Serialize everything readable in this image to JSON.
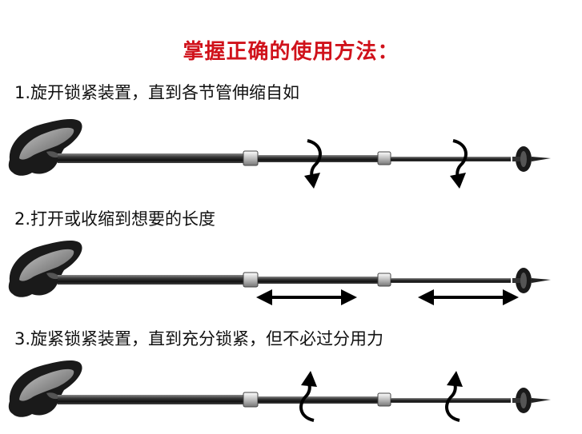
{
  "title": "掌握正确的使用方法：",
  "colors": {
    "title": "#d0121b",
    "pole_dark": "#1a1a1a",
    "pole_mid": "#6b6b6b",
    "grip_gray": "#9a9a9a"
  },
  "steps": [
    {
      "text": "1.旋开锁紧装置，直到各节管伸缩自如",
      "icon": "rotate-arrows"
    },
    {
      "text": "2.打开或收缩到想要的长度",
      "icon": "double-headed-arrows"
    },
    {
      "text": "3.旋紧锁紧装置，直到充分锁紧，但不必过分用力",
      "icon": "rotate-arrows"
    }
  ]
}
